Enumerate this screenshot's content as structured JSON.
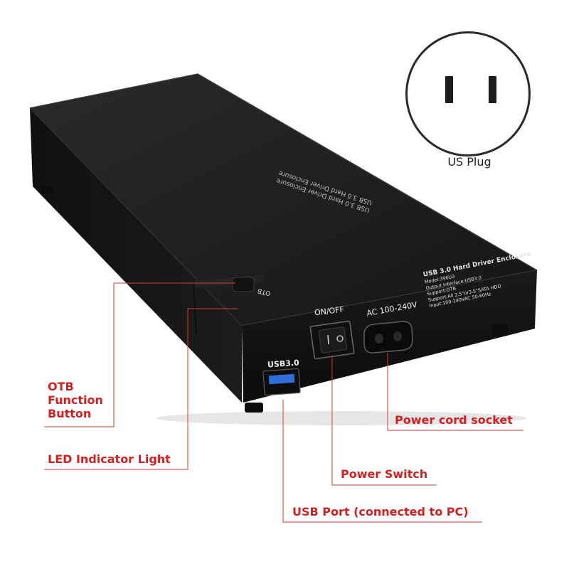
{
  "inset": {
    "label": "US Plug"
  },
  "callouts": {
    "otb_button": [
      "OTB",
      "Function",
      "Button"
    ],
    "led_indicator": "LED Indicator Light",
    "power_cord_socket": "Power cord socket",
    "power_switch": "Power Switch",
    "usb_port": "USB Port (connected to PC)"
  },
  "device_print": {
    "top_panel": [
      "USB 3.0 Hard Driver Enclosure",
      "USB 3.0 Hard Driver Enclosure"
    ],
    "otb_button_label": "OTB",
    "usb_label": "USB3.0",
    "switch_label": "ON/OFF",
    "socket_label": "AC 100-240V",
    "spec_title": "USB 3.0 Hard Driver Enclosure",
    "spec_lines": [
      "Model:396U3",
      "Output interface:USB3.0",
      "Support:OTB",
      "Support:All 2.5\"or3.5\"SATA HDD",
      "Input:100-240VAC 50-60Hz"
    ]
  },
  "colors": {
    "callout_text": "#d42020",
    "callout_line": "#d43a3a",
    "device_body": "#1d1d1f",
    "background": "#ffffff"
  }
}
